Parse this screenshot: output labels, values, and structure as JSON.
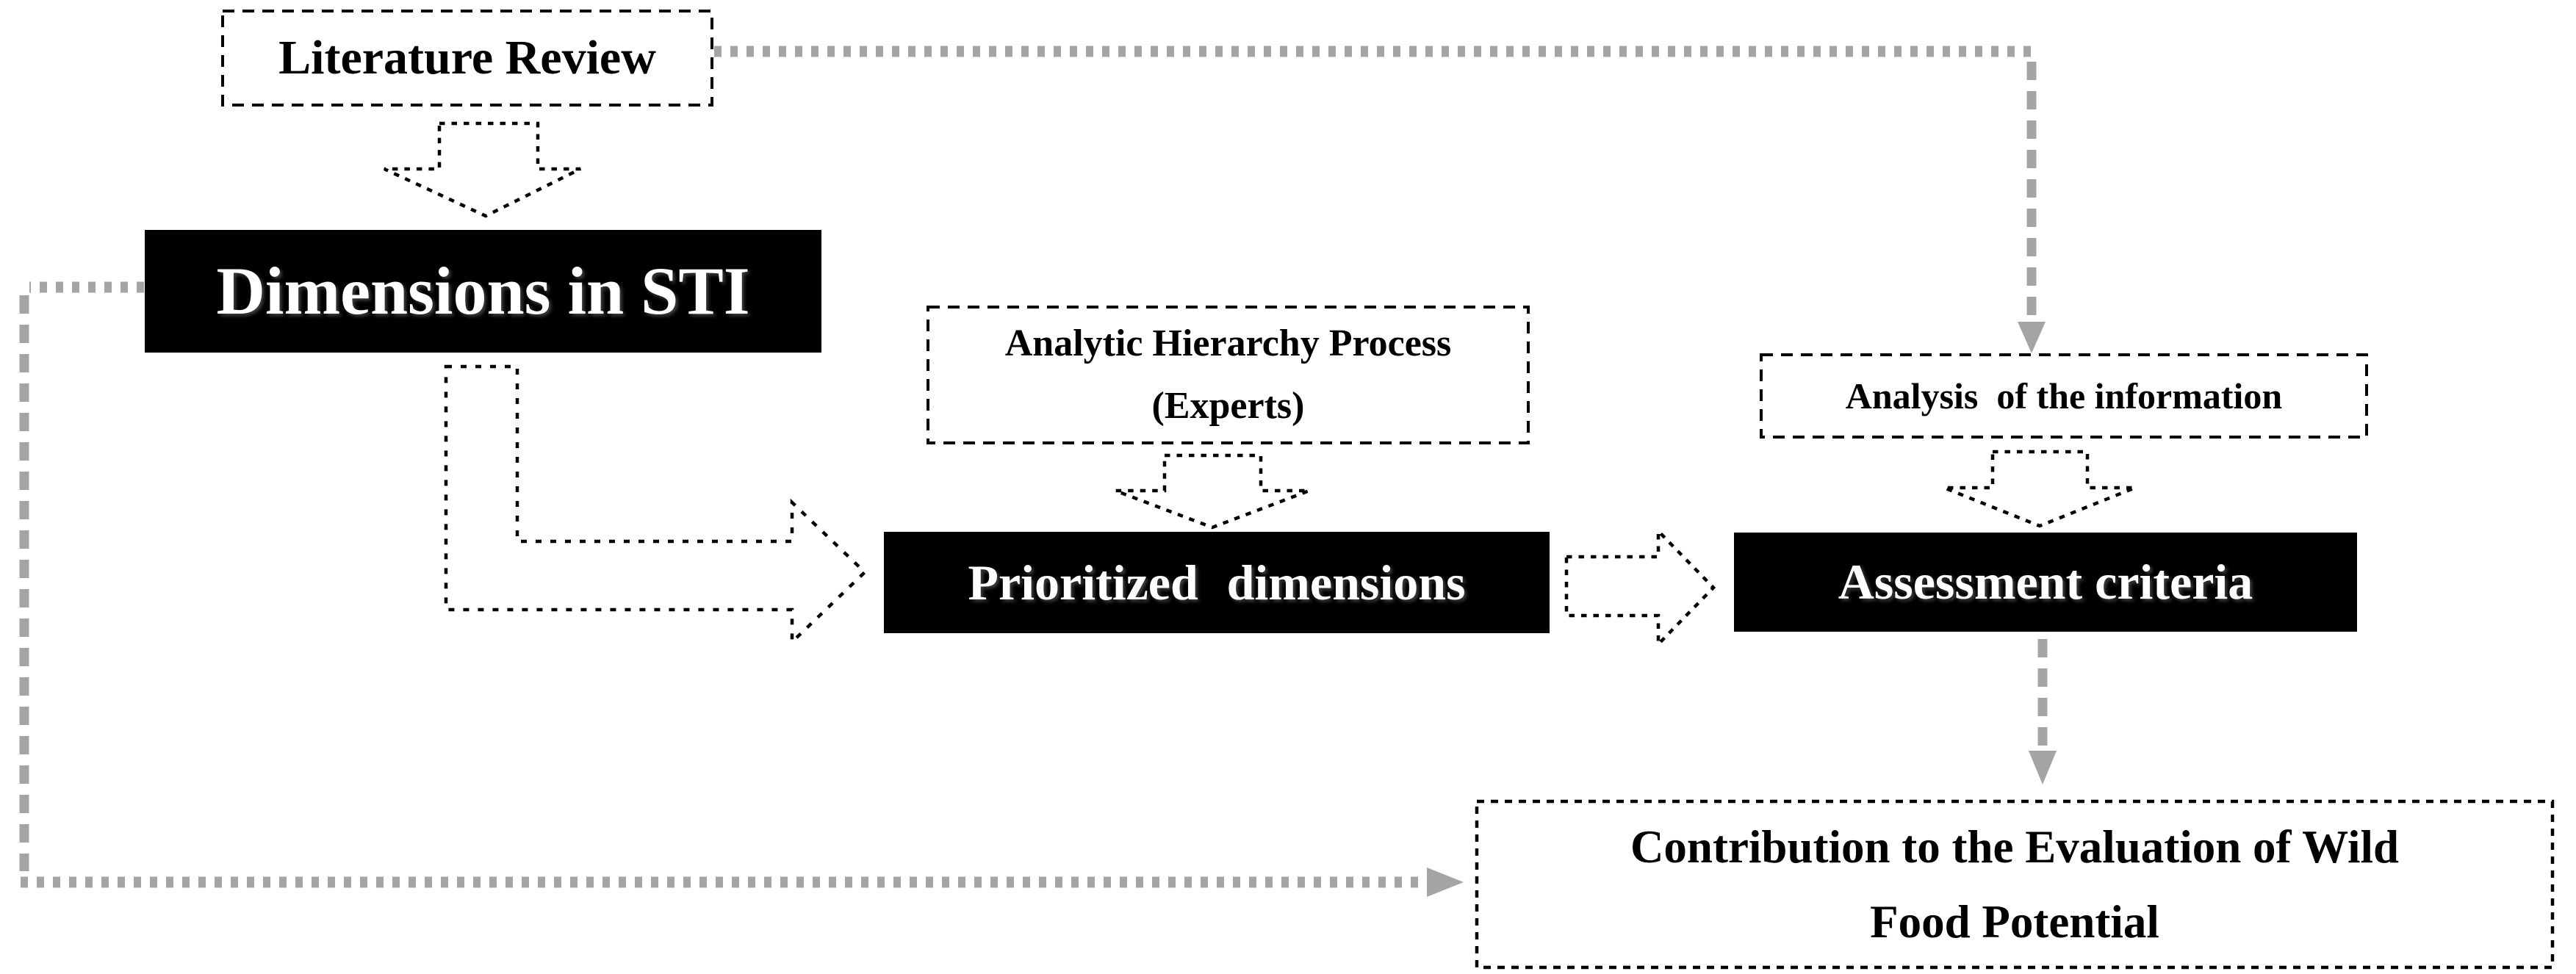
{
  "diagram": {
    "title": "Wild food potential assessment methodology flow diagram",
    "nodes": {
      "literature_review": {
        "label": "Literature Review",
        "style": "dashed-border"
      },
      "dimensions_in_sti": {
        "label": "Dimensions in STI",
        "style": "black-fill"
      },
      "analytic_hierarchy_process": {
        "lines": [
          "Analytic Hierarchy Process",
          "(Experts)"
        ],
        "style": "dashed-border"
      },
      "prioritized_dimensions": {
        "label": "Prioritized dimensions",
        "style": "black-fill"
      },
      "analysis_of_the_information": {
        "label": "Analysis  of the information",
        "style": "dashed-border"
      },
      "assessment_criteria": {
        "label": "Assessment criteria",
        "style": "black-fill"
      },
      "contribution_wild_food_potential": {
        "lines": [
          "Contribution to the Evaluation of Wild",
          "Food Potential"
        ],
        "style": "dashed-border"
      }
    },
    "connectors": [
      {
        "name": "arrow-literature-to-dimensions",
        "type": "dotted-outline-down-arrow"
      },
      {
        "name": "arrow-dimensions-to-prioritized",
        "type": "dotted-outline-elbow-right-arrow"
      },
      {
        "name": "arrow-ahp-to-prioritized",
        "type": "dotted-outline-down-arrow"
      },
      {
        "name": "arrow-prioritized-to-assessment",
        "type": "dotted-outline-right-arrow"
      },
      {
        "name": "arrow-analysis-to-assessment",
        "type": "dotted-outline-down-arrow"
      },
      {
        "name": "connector-literature-to-analysis",
        "type": "gray-dotted-line-arrow"
      },
      {
        "name": "connector-assessment-to-contribution",
        "type": "gray-dashed-line-arrow"
      },
      {
        "name": "connector-dimensions-to-contribution",
        "type": "gray-dotted-line-arrow"
      }
    ],
    "colors": {
      "background": "#ffffff",
      "node_dark_fill": "#000000",
      "node_dark_text": "#ffffff",
      "node_light_text": "#000000",
      "dashed_border": "#000000",
      "connector_gray": "#a4a4a4"
    }
  }
}
